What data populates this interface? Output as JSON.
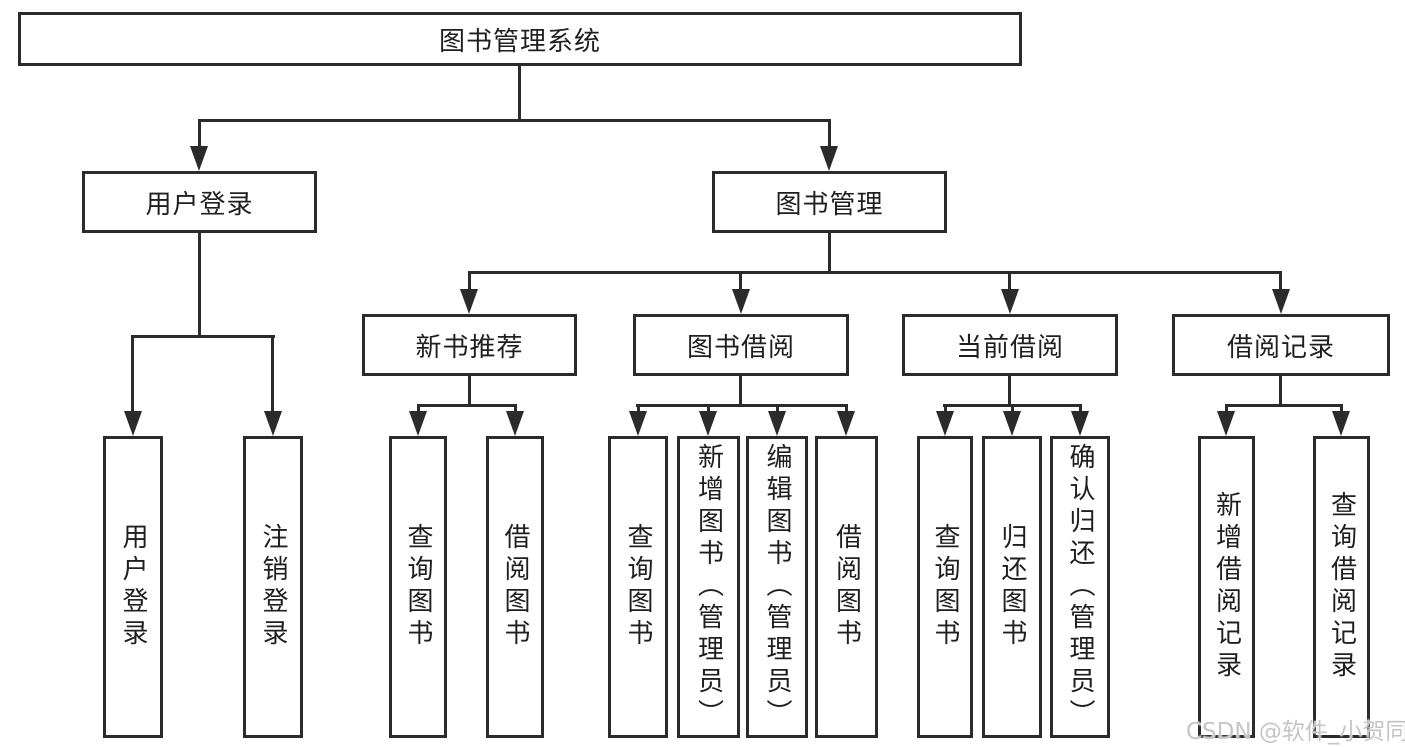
{
  "tree": {
    "root": {
      "label": "图书管理系统",
      "children": [
        {
          "label": "用户登录",
          "children": [
            {
              "label": "用户登录"
            },
            {
              "label": "注销登录"
            }
          ]
        },
        {
          "label": "图书管理",
          "children": [
            {
              "label": "新书推荐",
              "children": [
                {
                  "label": "查询图书"
                },
                {
                  "label": "借阅图书"
                }
              ]
            },
            {
              "label": "图书借阅",
              "children": [
                {
                  "label": "查询图书"
                },
                {
                  "label": "新增图书（管理员）"
                },
                {
                  "label": "编辑图书（管理员）"
                },
                {
                  "label": "借阅图书"
                }
              ]
            },
            {
              "label": "当前借阅",
              "children": [
                {
                  "label": "查询图书"
                },
                {
                  "label": "归还图书"
                },
                {
                  "label": "确认归还（管理员）"
                }
              ]
            },
            {
              "label": "借阅记录",
              "children": [
                {
                  "label": "新增借阅记录"
                },
                {
                  "label": "查询借阅记录"
                }
              ]
            }
          ]
        }
      ]
    }
  },
  "watermark": {
    "text": "CSDN @软件_小贺同学"
  },
  "colors": {
    "line": "#2b2b2b",
    "text": "#1f1f1f",
    "background": "#ffffff",
    "watermark": "#c6c6c6"
  }
}
